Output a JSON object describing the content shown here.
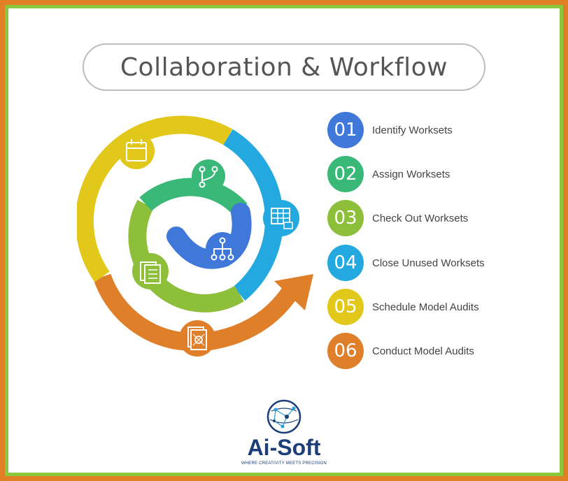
{
  "title": "Collaboration & Workflow",
  "steps": [
    {
      "num": "01",
      "label": "Identify Worksets",
      "color": "#3f78d8"
    },
    {
      "num": "02",
      "label": "Assign Worksets",
      "color": "#3ab878"
    },
    {
      "num": "03",
      "label": "Check Out Worksets",
      "color": "#8dbf3a"
    },
    {
      "num": "04",
      "label": "Close Unused Worksets",
      "color": "#23a9e0"
    },
    {
      "num": "05",
      "label": "Schedule Model Audits",
      "color": "#e3c81c"
    },
    {
      "num": "06",
      "label": "Conduct Model Audits",
      "color": "#e07f2a"
    }
  ],
  "icons": [
    "calendar-icon",
    "branch-icon",
    "spreadsheet-lock-icon",
    "hierarchy-icon",
    "checklist-icon",
    "safe-icon"
  ],
  "logo": {
    "name": "Ai-Soft",
    "tagline": "WHERE CREATIVITY MEETS PRECISION"
  },
  "colors": {
    "border_outer": "#e07f24",
    "border_inner": "#8cc63e"
  }
}
